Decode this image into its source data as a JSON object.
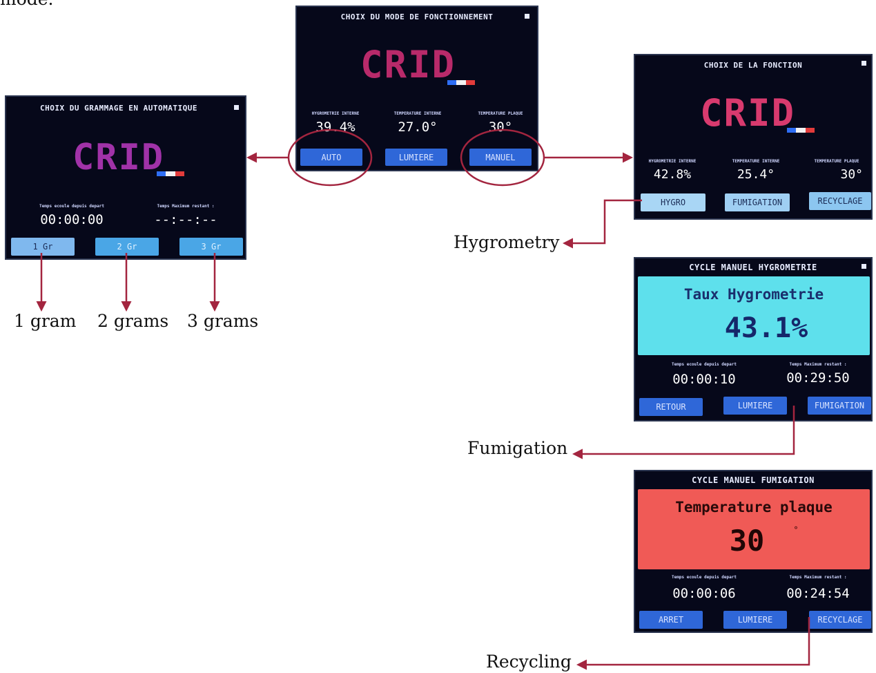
{
  "intro_fragment": "mode.",
  "main_screen": {
    "title": "CHOIX DU MODE DE FONCTIONNEMENT",
    "logo": "CRID",
    "readings": [
      {
        "label": "HYGROMETRIE INTERNE",
        "value": "39.4%"
      },
      {
        "label": "TEMPERATURE INTERNE",
        "value": "27.0°"
      },
      {
        "label": "TEMPERATURE PLAQUE",
        "value": "30°"
      }
    ],
    "buttons": [
      "AUTO",
      "LUMIERE",
      "MANUEL"
    ]
  },
  "auto_screen": {
    "title": "CHOIX DU GRAMMAGE EN AUTOMATIQUE",
    "logo": "CRID",
    "elapsed_label": "Temps ecoule depuis depart",
    "remaining_label": "Temps Maximum restant :",
    "elapsed": "00:00:00",
    "remaining": "--:--:--",
    "buttons": [
      "1 Gr",
      "2 Gr",
      "3 Gr"
    ]
  },
  "function_screen": {
    "title": "CHOIX DE LA FONCTION",
    "logo": "CRID",
    "readings": [
      {
        "label": "HYGROMETRIE INTERNE",
        "value": "42.8%"
      },
      {
        "label": "TEMPERATURE INTERNE",
        "value": "25.4°"
      },
      {
        "label": "TEMPERATURE PLAQUE",
        "value": "30°"
      }
    ],
    "buttons": [
      "HYGRO",
      "FUMIGATION",
      "RECYCLAGE"
    ]
  },
  "hygro_screen": {
    "title": "CYCLE MANUEL HYGROMETRIE",
    "panel_label": "Taux Hygrometrie",
    "panel_value": "43.1%",
    "elapsed_label": "Temps ecoule depuis depart",
    "remaining_label": "Temps Maximum restant :",
    "elapsed": "00:00:10",
    "remaining": "00:29:50",
    "buttons": [
      "RETOUR",
      "LUMIERE",
      "FUMIGATION"
    ]
  },
  "fumigation_screen": {
    "title": "CYCLE MANUEL FUMIGATION",
    "panel_label": "Temperature plaque",
    "panel_value": "30",
    "panel_unit": "°",
    "elapsed_label": "Temps ecoule depuis depart",
    "remaining_label": "Temps Maximum restant :",
    "elapsed": "00:00:06",
    "remaining": "00:24:54",
    "buttons": [
      "ARRET",
      "LUMIERE",
      "RECYCLAGE"
    ]
  },
  "annotations": {
    "gram1": "1 gram",
    "gram2": "2 grams",
    "gram3": "3 grams",
    "hygrometry": "Hygrometry",
    "fumigation": "Fumigation",
    "recycling": "Recycling"
  },
  "colors": {
    "arrow": "#a3253f",
    "logo_main": "#b82a6a",
    "logo_auto": "#a032a8",
    "logo_function": "#d83a6e",
    "hygro_panel": "#5ee0ec",
    "fumigation_panel": "#f05a56"
  }
}
